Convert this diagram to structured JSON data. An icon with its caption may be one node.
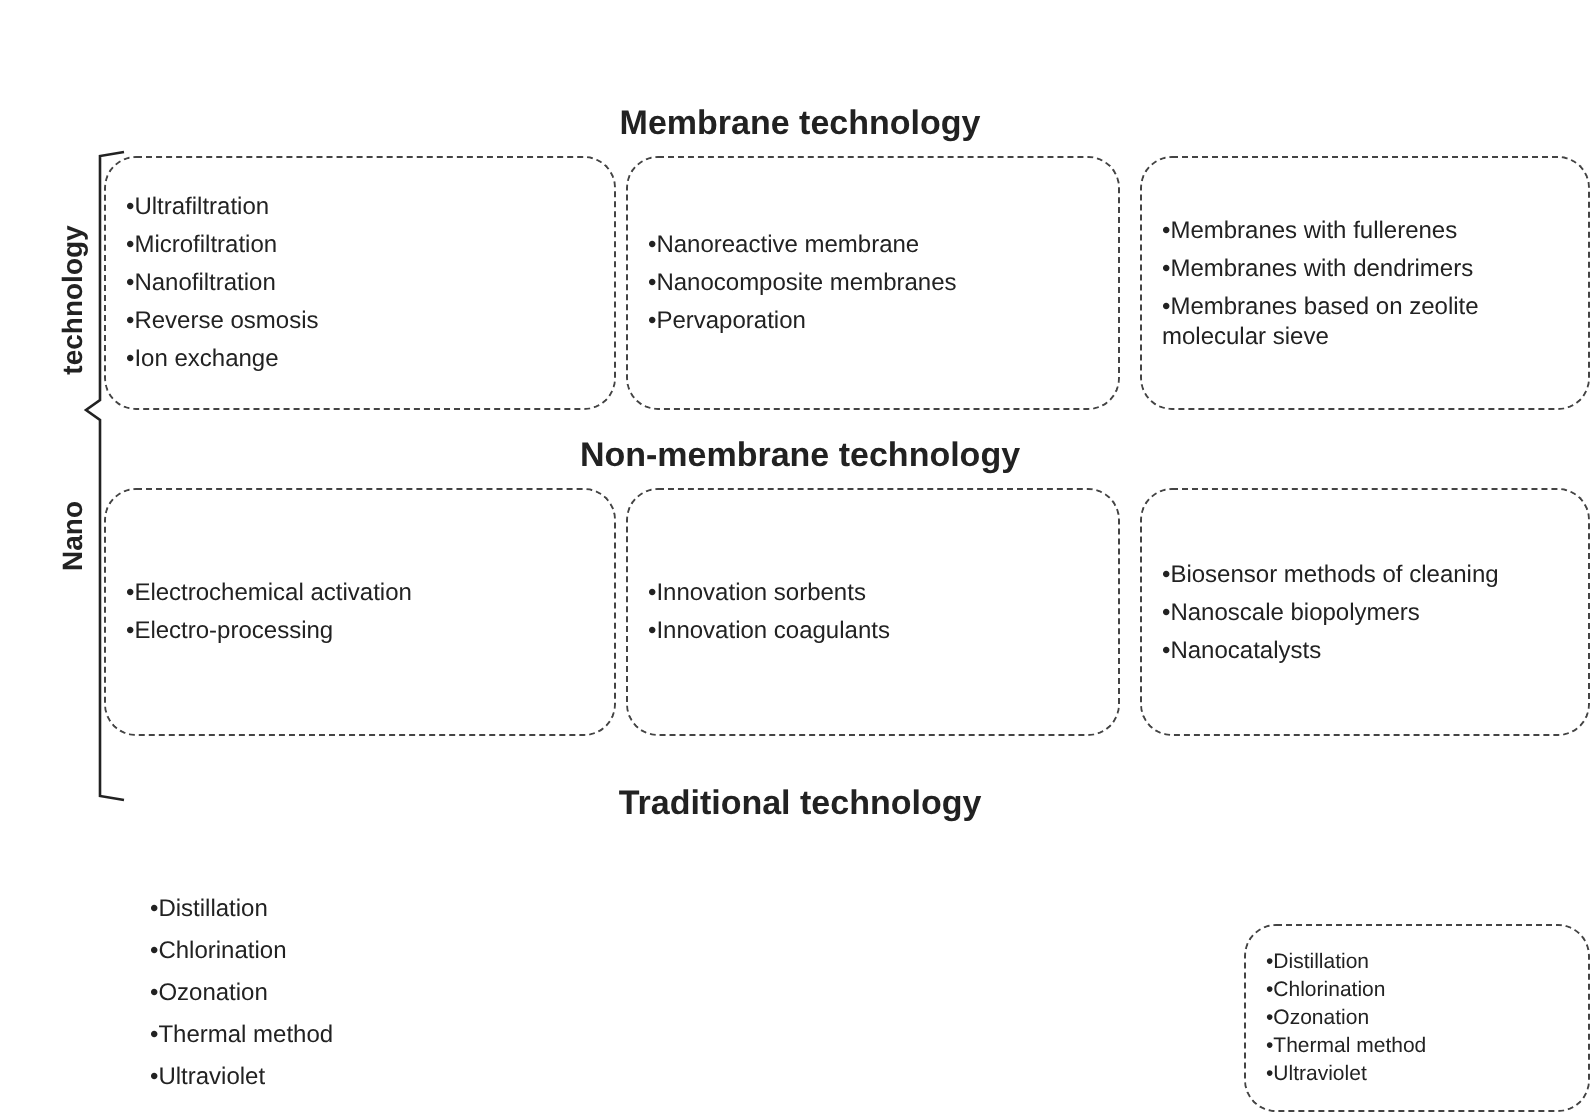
{
  "diagram": {
    "nodes": [
      {
        "text": [
          "•Ultrafiltration",
          "•Microfiltration",
          "•Nanofiltration",
          "•Reverse osmosis",
          "•Ion exchange"
        ]
      },
      {
        "text": [
          "•Nanoreactive membrane",
          "•Nanocomposite membranes",
          "•Pervaporation"
        ]
      },
      {
        "text": [
          "•Membranes with fullerenes",
          "•Membranes with dendrimers",
          "•Membranes based on zeolite molecular sieve"
        ]
      },
      {
        "text": [
          "•Electrochemical activation",
          "•Electro-processing"
        ]
      },
      {
        "text": [
          "•Innovation sorbents",
          "•Innovation coagulants"
        ]
      },
      {
        "text": [
          "•Biosensor methods of cleaning",
          "•Nanoscale biopolymers",
          "•Nanocatalysts"
        ]
      },
      {
        "text": [
          "•Distillation",
          "•Chlorination",
          "•Ozonation",
          "•Thermal method",
          "•Ultraviolet"
        ]
      }
    ],
    "labels": [
      "Membrane technology",
      "technology",
      "Non-membrane technology",
      "Nano",
      "Traditional technology",
      "•Distillation",
      "•Chlorination",
      "•Ozonation",
      "•Thermal method",
      "•Ultraviolet"
    ]
  }
}
